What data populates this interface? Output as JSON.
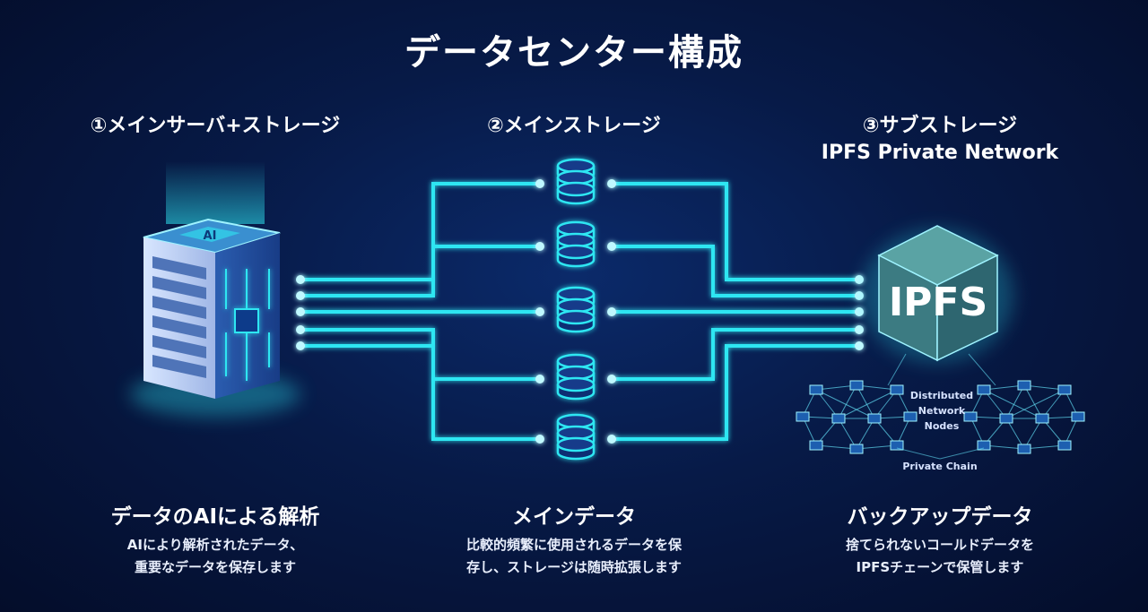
{
  "title": "データセンター構成",
  "sections": [
    {
      "heading": "①メインサーバ+ストレージ",
      "subheading": "",
      "col_title": "データのAIによる解析",
      "desc_lines": [
        "AIにより解析されたデータ、",
        "重要なデータを保存します"
      ],
      "icon": "ai-server-rack-icon",
      "icon_label": "AI"
    },
    {
      "heading": "②メインストレージ",
      "subheading": "",
      "col_title": "メインデータ",
      "desc_lines": [
        "比較的頻繁に使用されるデータを保",
        "存し、ストレージは随時拡張します"
      ],
      "icon": "database-stack-icon"
    },
    {
      "heading": "③サブストレージ",
      "subheading": "IPFS Private Network",
      "col_title": "バックアップデータ",
      "desc_lines": [
        "捨てられないコールドデータを",
        "IPFSチェーンで保管します"
      ],
      "icon": "ipfs-cube-icon",
      "icon_label": "IPFS"
    }
  ],
  "network_labels": {
    "distributed": [
      "Distributed",
      "Network",
      "Nodes"
    ],
    "private_chain": "Private Chain"
  },
  "colors": {
    "accent": "#2fe6f2",
    "background": "#071a47",
    "cube": "#3f7f86"
  }
}
